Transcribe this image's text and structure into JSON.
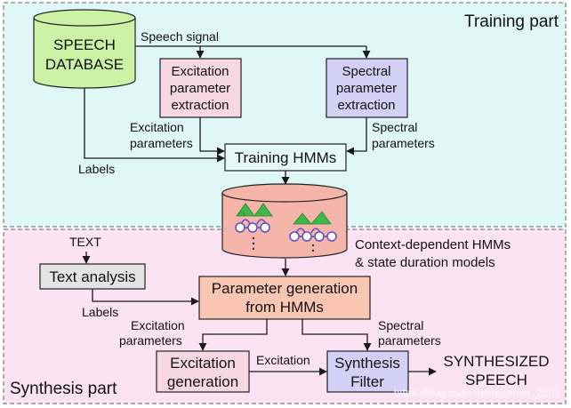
{
  "regions": {
    "training": {
      "title": "Training part",
      "title_color": "#1a1acc",
      "fill": "#dff7f7"
    },
    "synthesis": {
      "title": "Synthesis part",
      "title_color": "#d01818",
      "fill": "#fbe3f4"
    }
  },
  "nodes": {
    "speech_database": {
      "line1": "SPEECH",
      "line2": "DATABASE",
      "fill": "#ccf2a6"
    },
    "excitation_extraction": {
      "line1": "Excitation",
      "line2": "parameter",
      "line3": "extraction",
      "fill": "#f7d8e2"
    },
    "spectral_extraction": {
      "line1": "Spectral",
      "line2": "parameter",
      "line3": "extraction",
      "fill": "#d4cff4"
    },
    "training_hmms": {
      "label": "Training HMMs",
      "fill": "#e6f9fb"
    },
    "hmm_models": {
      "fill": "#f5b5aa",
      "caption_line1": "Context-dependent HMMs",
      "caption_line2": "& state duration models"
    },
    "text_analysis": {
      "label": "Text analysis",
      "fill": "#e4e4e4"
    },
    "parameter_generation": {
      "line1": "Parameter generation",
      "line2": "from HMMs",
      "fill": "#f8c6b3"
    },
    "excitation_generation": {
      "line1": "Excitation",
      "line2": "generation",
      "fill": "#f7d8e2"
    },
    "synthesis_filter": {
      "line1": "Synthesis",
      "line2": "Filter",
      "fill": "#d4cff4"
    }
  },
  "edge_labels": {
    "speech_signal": "Speech signal",
    "excitation_parameters_top_1": "Excitation",
    "excitation_parameters_top_2": "parameters",
    "spectral_parameters_top_1": "Spectral",
    "spectral_parameters_top_2": "parameters",
    "labels_top": "Labels",
    "text_input": "TEXT",
    "labels_bottom": "Labels",
    "excitation_parameters_bottom_1": "Excitation",
    "excitation_parameters_bottom_2": "parameters",
    "spectral_parameters_bottom_1": "Spectral",
    "spectral_parameters_bottom_2": "parameters",
    "excitation_signal": "Excitation",
    "output_line1": "SYNTHESIZED",
    "output_line2": "SPEECH"
  },
  "watermark": "https://blog.csdn.net/ouomao_2001"
}
